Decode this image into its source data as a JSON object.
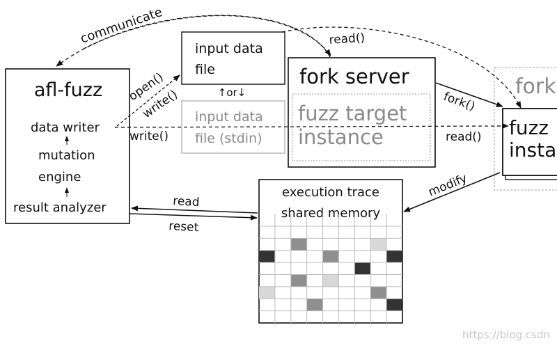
{
  "afl_fuzz": {
    "title": "afl-fuzz",
    "data_writer": "data writer",
    "mutation_engine_line1": "mutation",
    "mutation_engine_line2": "engine",
    "result_analyzer": "result analyzer"
  },
  "input_file": {
    "line1": "input data",
    "line2": "file"
  },
  "input_stdin": {
    "line1": "input data",
    "line2": "file (stdin)"
  },
  "or_label": "↑or↓",
  "fork_server": {
    "title": "fork server",
    "target_line1": "fuzz target",
    "target_line2": "instance"
  },
  "forked": {
    "back_label": "fork",
    "front_line1": "fuzz",
    "front_line2": "insta"
  },
  "shared_memory": {
    "line1": "execution trace",
    "line2": "shared memory"
  },
  "edges": {
    "communicate": "communicate",
    "read_top": "read()",
    "open": "open()",
    "write_top": "write()",
    "write_stdin": "write()",
    "fork": "fork()",
    "read_right": "read()",
    "modify": "modify",
    "read_trace": "read",
    "reset": "reset"
  },
  "watermark": "https://blog.csdn",
  "colors": {
    "ink": "#111111",
    "muted": "#8a8a8a",
    "light_border": "#b5b5b5",
    "grid_line": "#bcbcbc",
    "cell_black": "#333333",
    "cell_dark": "#8f8f8f",
    "cell_light": "#d8d8d8"
  },
  "grid": {
    "rows": 8,
    "cols": 9,
    "cells": [
      {
        "r": 1,
        "c": 2,
        "shade": "dark"
      },
      {
        "r": 1,
        "c": 7,
        "shade": "light"
      },
      {
        "r": 2,
        "c": 0,
        "shade": "black"
      },
      {
        "r": 2,
        "c": 4,
        "shade": "dark"
      },
      {
        "r": 2,
        "c": 8,
        "shade": "black"
      },
      {
        "r": 3,
        "c": 6,
        "shade": "black"
      },
      {
        "r": 4,
        "c": 2,
        "shade": "dark"
      },
      {
        "r": 4,
        "c": 4,
        "shade": "light"
      },
      {
        "r": 5,
        "c": 0,
        "shade": "light"
      },
      {
        "r": 5,
        "c": 7,
        "shade": "dark"
      },
      {
        "r": 6,
        "c": 3,
        "shade": "dark"
      },
      {
        "r": 6,
        "c": 8,
        "shade": "black"
      }
    ]
  }
}
